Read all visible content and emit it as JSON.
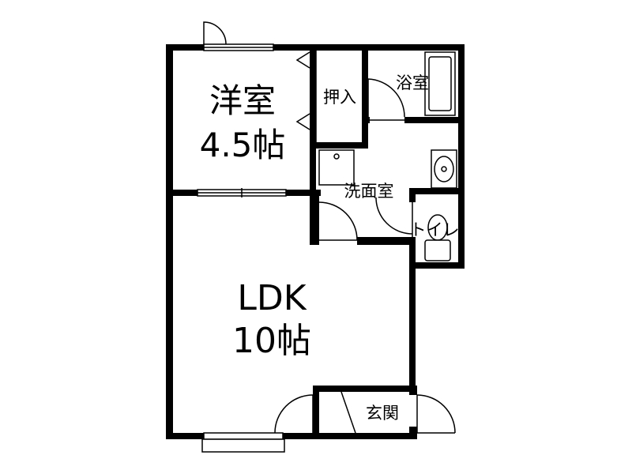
{
  "rooms": {
    "western_room": {
      "name": "洋室",
      "size": "4.5帖"
    },
    "closet": {
      "name": "押入"
    },
    "bathroom": {
      "name": "浴室"
    },
    "washroom": {
      "name": "洗面室"
    },
    "toilet": {
      "name": "トイレ"
    },
    "ldk": {
      "name": "LDK",
      "size": "10帖"
    },
    "entrance": {
      "name": "玄関"
    }
  },
  "colors": {
    "wall": "#000000",
    "background": "#ffffff"
  }
}
